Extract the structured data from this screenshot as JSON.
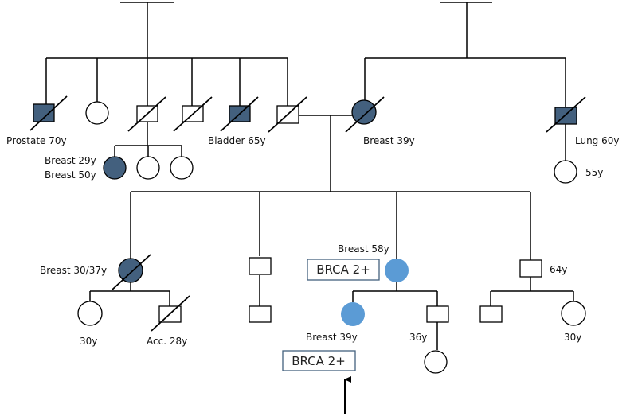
{
  "colors": {
    "affected_dark": "#43607e",
    "affected_light": "#5b9bd5",
    "box_border": "#43607e",
    "unaffected": "#ffffff"
  },
  "labels": {
    "prostate": "Prostate 70y",
    "bladder": "Bladder 65y",
    "breast_29": "Breast 29y",
    "breast_50": "Breast 50y",
    "breast_39_gen2": "Breast 39y",
    "lung": "Lung 60y",
    "age_55": "55y",
    "breast_30_37": "Breast 30/37y",
    "breast_58": "Breast 58y",
    "age_64": "64y",
    "age_30_left": "30y",
    "acc_28": "Acc. 28y",
    "breast_39_proband": "Breast 39y",
    "age_36": "36y",
    "age_30_right": "30y"
  },
  "genetic_results": {
    "mother": "BRCA 2+",
    "proband": "BRCA 2+"
  },
  "symbols": [
    {
      "key": "pat-uncle-1",
      "shape": "square",
      "fill": "affected_dark",
      "deceased": true
    },
    {
      "key": "pat-aunt-1",
      "shape": "circle",
      "fill": "unaffected",
      "deceased": false
    },
    {
      "key": "pat-uncle-2",
      "shape": "square",
      "fill": "unaffected",
      "deceased": true
    },
    {
      "key": "pat-uncle-3",
      "shape": "square",
      "fill": "unaffected",
      "deceased": true
    },
    {
      "key": "pat-uncle-4",
      "shape": "square",
      "fill": "affected_dark",
      "deceased": true
    },
    {
      "key": "father",
      "shape": "square",
      "fill": "unaffected",
      "deceased": true
    },
    {
      "key": "mother-gen2",
      "shape": "circle",
      "fill": "affected_dark",
      "deceased": true
    },
    {
      "key": "mat-uncle",
      "shape": "square",
      "fill": "affected_dark",
      "deceased": true
    },
    {
      "key": "cousin-1",
      "shape": "circle",
      "fill": "affected_dark",
      "deceased": false
    },
    {
      "key": "cousin-2",
      "shape": "circle",
      "fill": "unaffected",
      "deceased": false
    },
    {
      "key": "cousin-3",
      "shape": "circle",
      "fill": "unaffected",
      "deceased": false
    },
    {
      "key": "mat-cousin",
      "shape": "circle",
      "fill": "unaffected",
      "deceased": false
    },
    {
      "key": "sibling-1",
      "shape": "circle",
      "fill": "affected_dark",
      "deceased": true
    },
    {
      "key": "sibling-2",
      "shape": "square",
      "fill": "unaffected",
      "deceased": false
    },
    {
      "key": "mother",
      "shape": "circle",
      "fill": "affected_light",
      "deceased": false
    },
    {
      "key": "sibling-4",
      "shape": "square",
      "fill": "unaffected",
      "deceased": false
    },
    {
      "key": "niece-1",
      "shape": "circle",
      "fill": "unaffected",
      "deceased": false
    },
    {
      "key": "nephew-1",
      "shape": "square",
      "fill": "unaffected",
      "deceased": true
    },
    {
      "key": "son-of-sibling-2",
      "shape": "square",
      "fill": "unaffected",
      "deceased": false
    },
    {
      "key": "proband",
      "shape": "circle",
      "fill": "affected_light",
      "deceased": false
    },
    {
      "key": "son-of-mother",
      "shape": "square",
      "fill": "unaffected",
      "deceased": false
    },
    {
      "key": "granddaughter",
      "shape": "circle",
      "fill": "unaffected",
      "deceased": false
    },
    {
      "key": "son-of-sibling-4",
      "shape": "square",
      "fill": "unaffected",
      "deceased": false
    },
    {
      "key": "daughter-of-sibling-4",
      "shape": "circle",
      "fill": "unaffected",
      "deceased": false
    }
  ],
  "proband_arrow": "proband"
}
